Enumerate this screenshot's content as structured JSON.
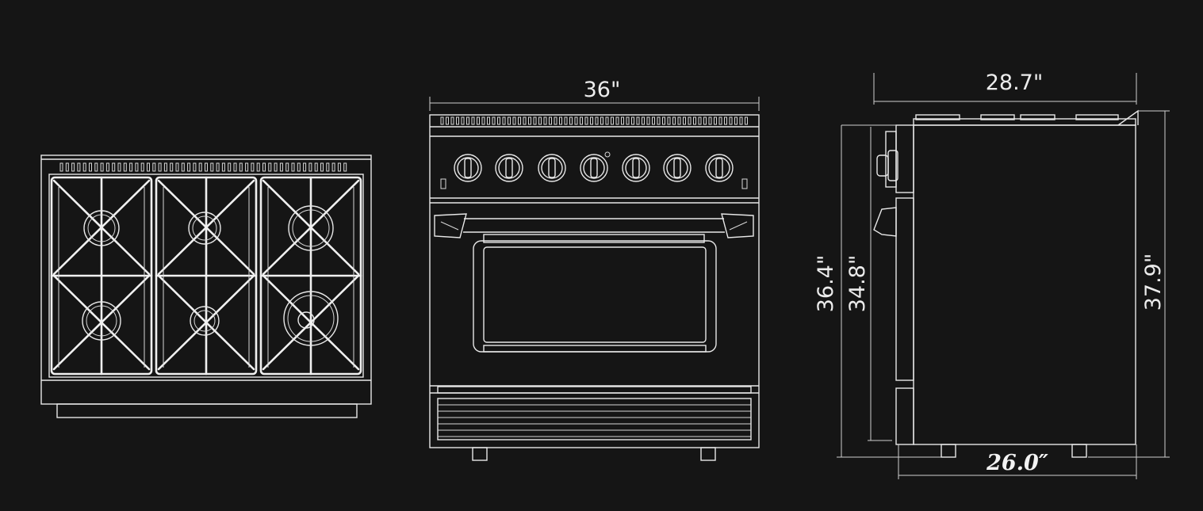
{
  "dimensions": {
    "front_width": "36\"",
    "side_depth_top": "28.7\"",
    "side_height_total": "36.4\"",
    "side_height_body": "34.8\"",
    "side_height_right": "37.9\"",
    "side_depth_bottom": "26.0″"
  },
  "views": [
    "top-view",
    "front-view",
    "side-view"
  ],
  "colors": {
    "background": "#151515",
    "line": "#e8e8e8"
  }
}
